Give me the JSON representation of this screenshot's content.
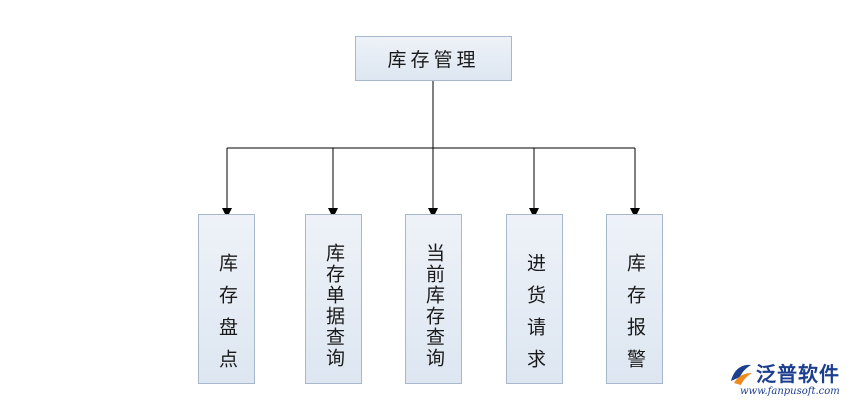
{
  "root": {
    "label": "库存管理"
  },
  "children": [
    {
      "label": "库存盘点"
    },
    {
      "label": "库存单据查询"
    },
    {
      "label": "当前库存查询"
    },
    {
      "label": "进货请求"
    },
    {
      "label": "库存报警"
    }
  ],
  "colors": {
    "box_fill": "#dde6f1",
    "box_border": "#a7b7cc",
    "connector": "#000000",
    "brand": "#1d3f8f"
  },
  "watermark": {
    "name": "泛普软件",
    "url": "www.fanpusoft.com",
    "icon": "fanpu-logo-icon"
  }
}
